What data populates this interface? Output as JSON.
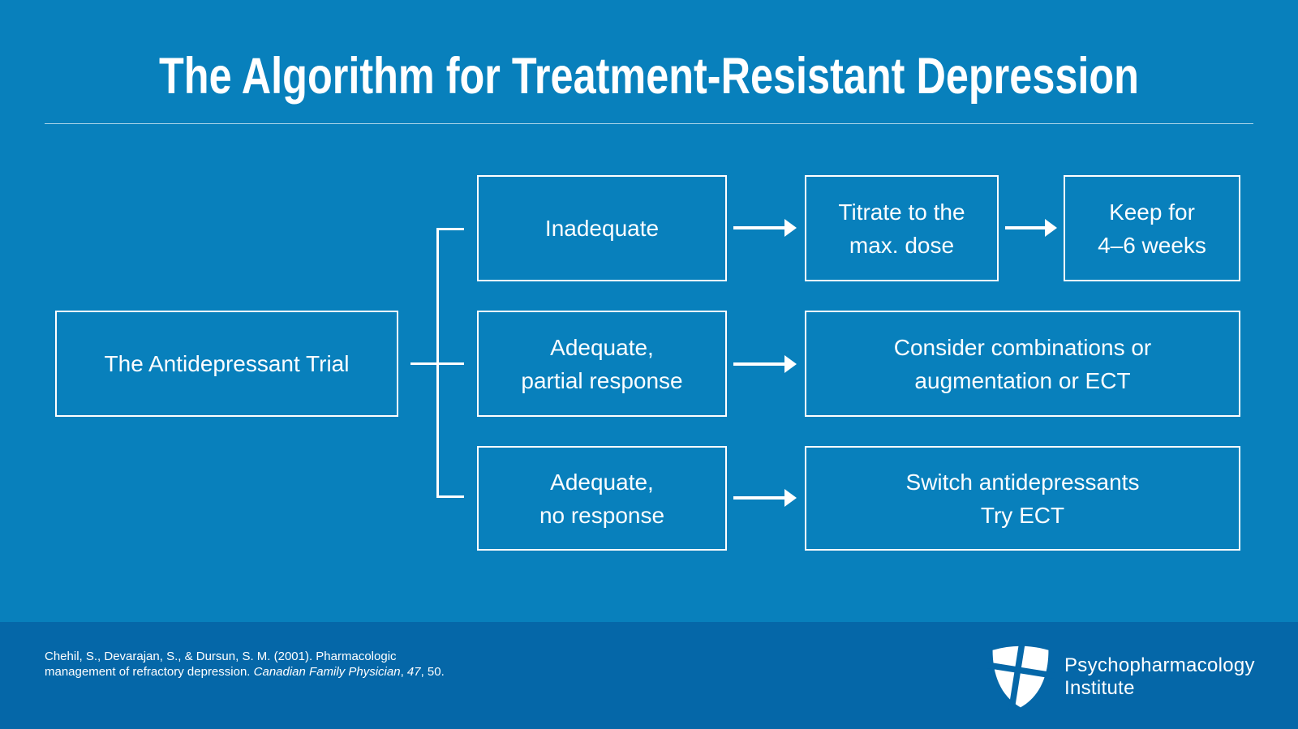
{
  "title": "The Algorithm for Treatment-Resistant Depression",
  "colors": {
    "background": "#0880BC",
    "footer_background": "#0567A8",
    "line_and_border": "#FFFFFF",
    "text": "#FFFFFF"
  },
  "flowchart": {
    "trial": {
      "label": "The Antidepressant Trial"
    },
    "responses": [
      {
        "line1": "Inadequate"
      },
      {
        "line1": "Adequate,",
        "line2": "partial response"
      },
      {
        "line1": "Adequate,",
        "line2": "no response"
      }
    ],
    "actions": {
      "titrate": {
        "line1": "Titrate to the",
        "line2": "max. dose"
      },
      "keep": {
        "line1": "Keep for",
        "line2": "4–6 weeks"
      },
      "consider": {
        "line1": "Consider combinations or",
        "line2": "augmentation or ECT"
      },
      "switch": {
        "line1": "Switch antidepressants",
        "line2": "Try ECT"
      }
    }
  },
  "footer": {
    "citation_segments": [
      {
        "text": "Chehil, S., Devarajan, S., & Dursun, S. M. (2001). Pharmacologic management of refractory depression. ",
        "italic": false
      },
      {
        "text": "Canadian Family Physician",
        "italic": true
      },
      {
        "text": ", ",
        "italic": false
      },
      {
        "text": "47",
        "italic": true
      },
      {
        "text": ", 50.",
        "italic": false
      }
    ],
    "logo": {
      "icon": "shield-cross-icon",
      "line1": "Psychopharmacology",
      "line2": "Institute"
    }
  }
}
